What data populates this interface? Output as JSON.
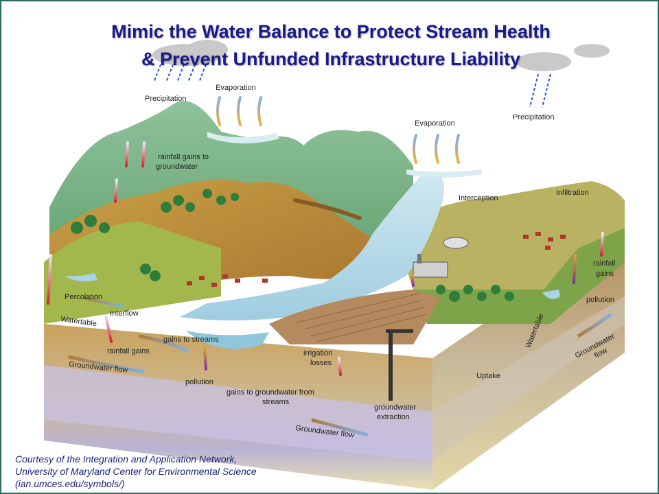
{
  "title": {
    "line1": "Mimic the Water Balance to Protect Stream Health",
    "line2": "& Prevent Unfunded Infrastructure Liability"
  },
  "labels": {
    "precipitation_left": "Precipitation",
    "evaporation_left": "Evaporation",
    "evaporation_right": "Evaporation",
    "precipitation_right": "Precipitation",
    "rainfall_gains_gw_1": "rainfall gains to",
    "rainfall_gains_gw_2": "groundwater",
    "interception": "Interception",
    "infiltration": "Infiltration",
    "percolation": "Percolation",
    "watertable_left": "Watertable",
    "interflow": "Interflow",
    "gains_to_streams": "gains to streams",
    "rainfall_gains_left": "rainfall gains",
    "groundwater_flow_left": "Groundwater flow",
    "pollution_left": "pollution",
    "gains_gw_streams_1": "gains to groundwater from",
    "gains_gw_streams_2": "streams",
    "irrigation_losses_1": "irrigation",
    "irrigation_losses_2": "losses",
    "groundwater_extraction_1": "groundwater",
    "groundwater_extraction_2": "extraction",
    "groundwater_flow_bottom": "Groundwater flow",
    "uptake": "Uptake",
    "watertable_right": "Watertable",
    "pollution_right": "pollution",
    "rainfall_gains_right_1": "rainfall",
    "rainfall_gains_right_2": "gains",
    "groundwater_flow_right_1": "Groundwater",
    "groundwater_flow_right_2": "flow"
  },
  "credit": {
    "line1": "Courtesy of the Integration and Application Network,",
    "line2": "University of Maryland Center for Environmental Science",
    "line3": "(ian.umces.edu/symbols/)"
  }
}
